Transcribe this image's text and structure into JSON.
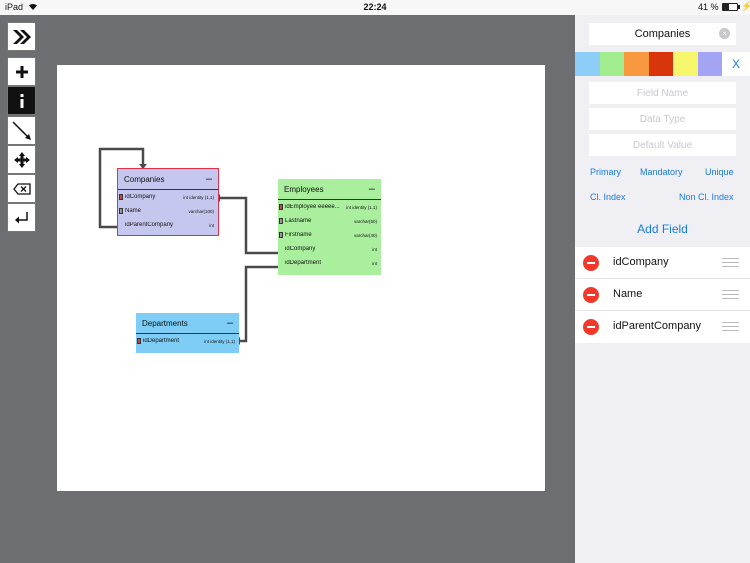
{
  "status": {
    "device": "iPad",
    "time": "22:24",
    "battery": "41 %",
    "battery_level": 0.41
  },
  "tools": [
    "chevron-right-icon",
    "plus-icon",
    "info-icon",
    "line-icon",
    "move-icon",
    "backspace-icon",
    "return-icon"
  ],
  "tables": {
    "companies": {
      "title": "Companies",
      "collapse": "–",
      "color": "#c6c7ee",
      "fields": [
        {
          "name": "idCompany",
          "type": "int identity (1,1)"
        },
        {
          "name": "Name",
          "type": "varchar(100)"
        },
        {
          "name": "idParentCompany",
          "type": "int"
        }
      ]
    },
    "employees": {
      "title": "Employees",
      "collapse": "–",
      "color": "#a9ef9d",
      "fields": [
        {
          "name": "idEmployee eeeee...",
          "type": "int identity (1,1)"
        },
        {
          "name": "Lastname",
          "type": "varchar(50)"
        },
        {
          "name": "Firstname",
          "type": "varchar(40)"
        },
        {
          "name": "idCompany",
          "type": "int"
        },
        {
          "name": "idDepartment",
          "type": "int"
        }
      ]
    },
    "departments": {
      "title": "Departments",
      "collapse": "–",
      "color": "#7dcdf6",
      "fields": [
        {
          "name": "idDepartment",
          "type": "int identity (1,1)"
        }
      ]
    }
  },
  "panel": {
    "table_name": "Companies",
    "clear_glyph": "×",
    "swatch_colors": [
      "#8ecdf8",
      "#a2ed8e",
      "#f7973e",
      "#d8350d",
      "#f6f56b",
      "#a4a4f4"
    ],
    "swatch_close": "X",
    "placeholders": {
      "field_name": "Field Name",
      "data_type": "Data Type",
      "default_value": "Default Value"
    },
    "options": {
      "primary": "Primary",
      "mandatory": "Mandatory",
      "unique": "Unique",
      "cl_index": "Cl. Index",
      "non_cl_index": "Non Cl. Index"
    },
    "add_field": "Add Field",
    "fields": [
      "idCompany",
      "Name",
      "idParentCompany"
    ]
  }
}
